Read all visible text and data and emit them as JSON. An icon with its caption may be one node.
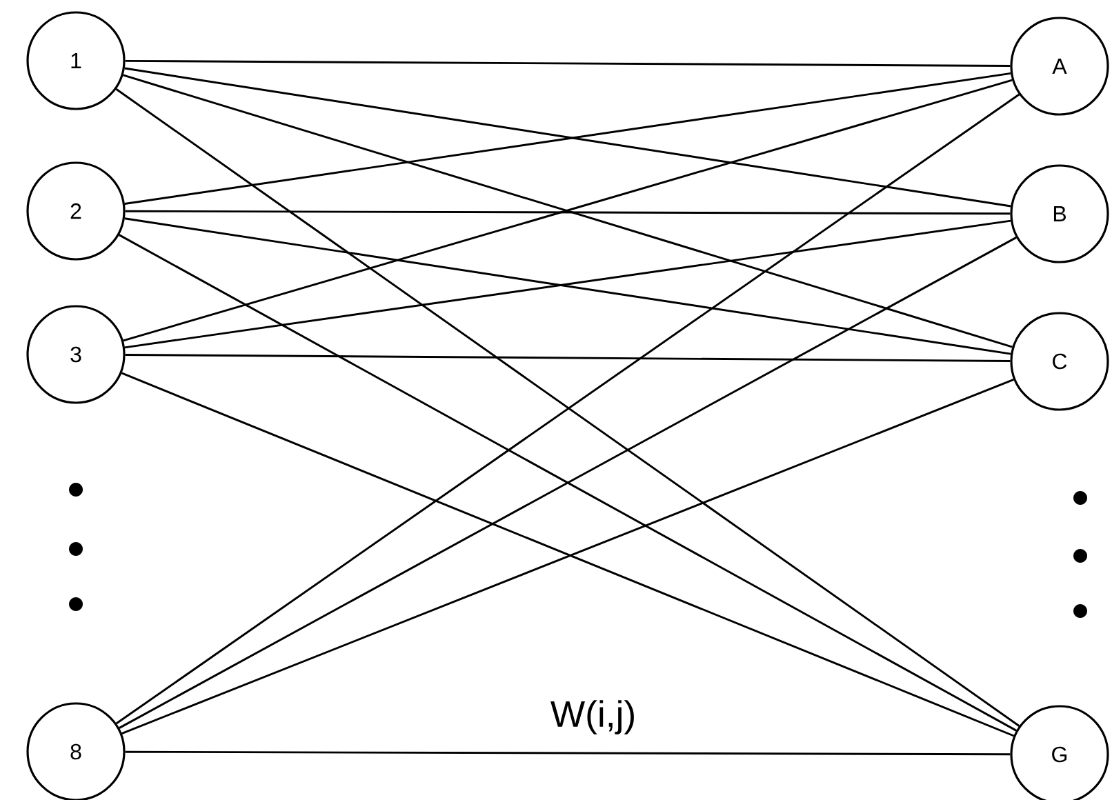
{
  "diagram": {
    "nodes": [
      {
        "text": [
          "1"
        ]
      },
      {
        "text": [
          "2"
        ]
      },
      {
        "text": [
          "3"
        ]
      },
      {
        "text": [
          "8"
        ]
      },
      {
        "text": [
          "A"
        ]
      },
      {
        "text": [
          "B"
        ]
      },
      {
        "text": [
          "C"
        ]
      },
      {
        "text": [
          "G"
        ]
      }
    ],
    "edges": [
      {
        "from": 0,
        "to": 4,
        "arrow": "none"
      },
      {
        "from": 0,
        "to": 5,
        "arrow": "none"
      },
      {
        "from": 0,
        "to": 6,
        "arrow": "none"
      },
      {
        "from": 0,
        "to": 7,
        "arrow": "none"
      },
      {
        "from": 1,
        "to": 4,
        "arrow": "none"
      },
      {
        "from": 1,
        "to": 5,
        "arrow": "none"
      },
      {
        "from": 1,
        "to": 6,
        "arrow": "none"
      },
      {
        "from": 1,
        "to": 7,
        "arrow": "none"
      },
      {
        "from": 2,
        "to": 4,
        "arrow": "none"
      },
      {
        "from": 2,
        "to": 5,
        "arrow": "none"
      },
      {
        "from": 2,
        "to": 6,
        "arrow": "none"
      },
      {
        "from": 2,
        "to": 7,
        "arrow": "none"
      },
      {
        "from": 3,
        "to": 4,
        "arrow": "none"
      },
      {
        "from": 3,
        "to": 5,
        "arrow": "none"
      },
      {
        "from": 3,
        "to": 6,
        "arrow": "none"
      },
      {
        "from": 3,
        "to": 7,
        "arrow": "none"
      }
    ],
    "labels": [
      "W(i,j)"
    ]
  }
}
